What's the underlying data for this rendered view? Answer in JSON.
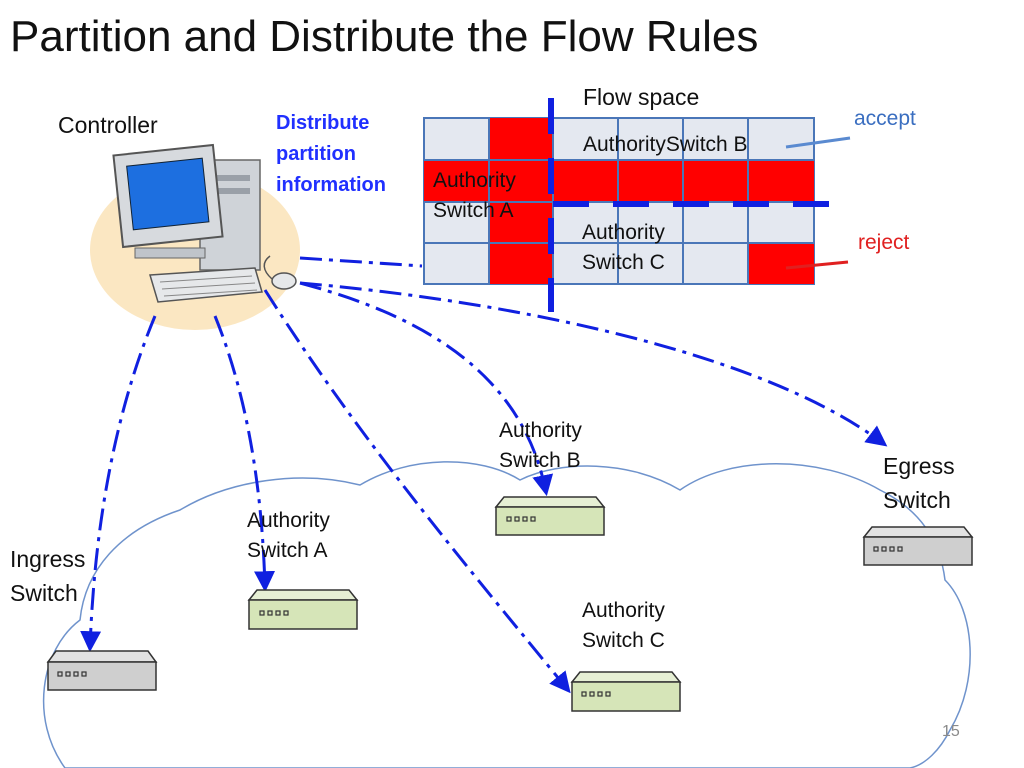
{
  "title": "Partition and Distribute the Flow Rules",
  "controller_label": "Controller",
  "distribute_text": "Distribute partition information",
  "flow_space": {
    "label": "Flow space",
    "authority_b": "AuthoritySwitch B",
    "authority_a": [
      "Authority",
      "Switch  A"
    ],
    "authority_c": [
      "Authority",
      "Switch C"
    ],
    "accept_label": "accept",
    "reject_label": "reject"
  },
  "switches": {
    "ingress": [
      "Ingress",
      "Switch"
    ],
    "egress": [
      "Egress",
      "Switch"
    ],
    "auth_a": [
      "Authority",
      "Switch A"
    ],
    "auth_b": [
      "Authority",
      "Switch B"
    ],
    "auth_c": [
      "Authority",
      "Switch C"
    ]
  },
  "page_number": "15",
  "colors": {
    "rule_red": "#ff0000",
    "grid_cell": "#e4e8f0",
    "grid_line": "#4a76b8",
    "partition_blue": "#1020e0",
    "authority_switch": "#d6e5b8",
    "edge_switch": "#cfcfcf",
    "cloud_line": "#6f93cc"
  }
}
